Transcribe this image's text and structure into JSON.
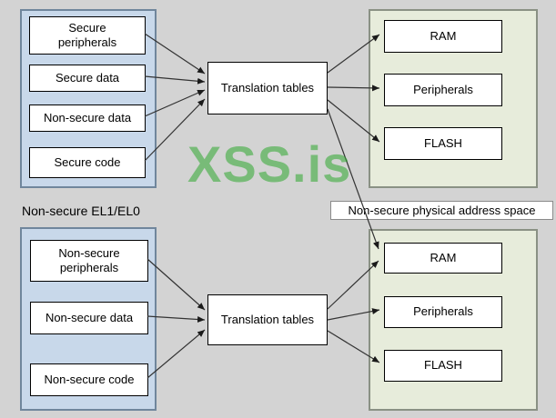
{
  "watermark": "XSS.is",
  "secure_world": {
    "sources": [
      "Secure peripherals",
      "Secure data",
      "Non-secure data",
      "Secure code"
    ],
    "translation_tables": "Translation tables",
    "memory": [
      "RAM",
      "Peripherals",
      "FLASH"
    ]
  },
  "normal_world": {
    "label": "Non-secure EL1/EL0",
    "sources": [
      "Non-secure peripherals",
      "Non-secure data",
      "Non-secure code"
    ],
    "translation_tables": "Translation tables",
    "memory": [
      "RAM",
      "Peripherals",
      "FLASH"
    ]
  },
  "address_space_label": "Non-secure physical address space",
  "colors": {
    "background": "#d3d3d3",
    "secure_container_fill": "#c8d8ea",
    "memory_container_fill": "#e7ecdb",
    "node_fill": "#ffffff",
    "arrow": "#333333",
    "watermark": "#2fa82f"
  }
}
